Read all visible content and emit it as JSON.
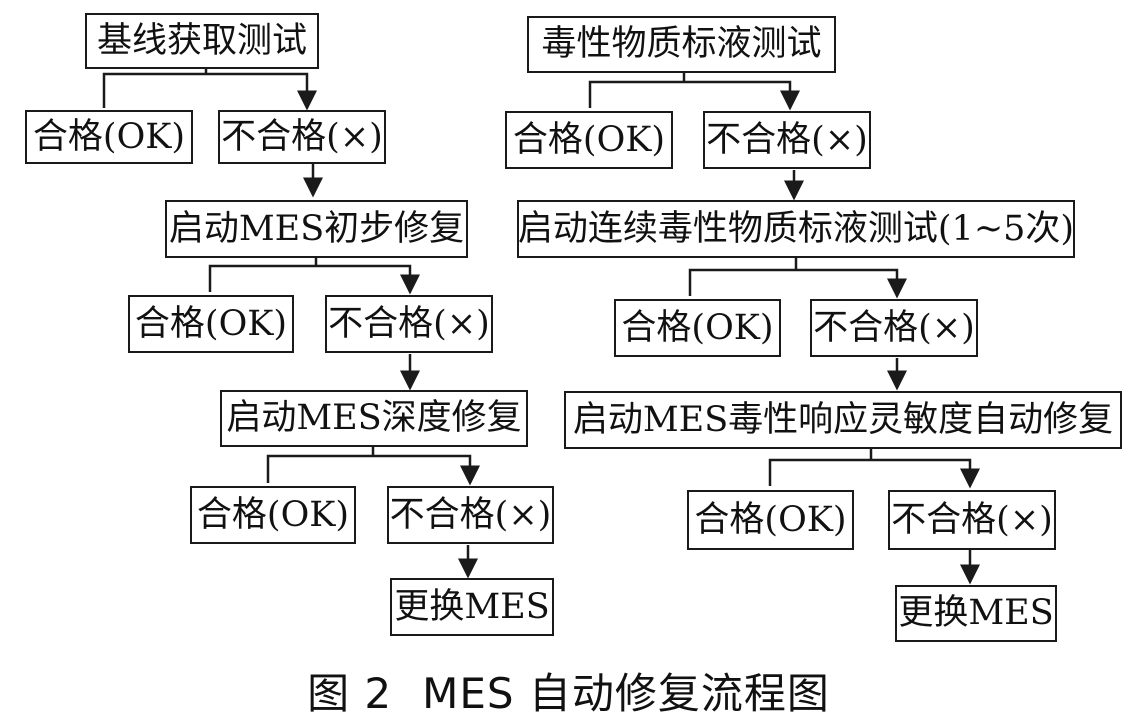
{
  "left_flow": {
    "baseline": "基线获取测试",
    "l1_ok": "合格(OK)",
    "l1_fail": "不合格(×)",
    "initial_repair": "启动MES初步修复",
    "l2_ok": "合格(OK)",
    "l2_fail": "不合格(×)",
    "deep_repair": "启动MES深度修复",
    "l3_ok": "合格(OK)",
    "l3_fail": "不合格(×)",
    "replace": "更换MES"
  },
  "right_flow": {
    "toxic_test": "毒性物质标液测试",
    "l1_ok": "合格(OK)",
    "l1_fail": "不合格(×)",
    "continuous_test": "启动连续毒性物质标液测试(1~5次)",
    "l2_ok": "合格(OK)",
    "l2_fail": "不合格(×)",
    "sensitivity_repair": "启动MES毒性响应灵敏度自动修复",
    "l3_ok": "合格(OK)",
    "l3_fail": "不合格(×)",
    "replace": "更换MES"
  },
  "caption": {
    "figure_label": "图 2",
    "title": "MES 自动修复流程图"
  }
}
